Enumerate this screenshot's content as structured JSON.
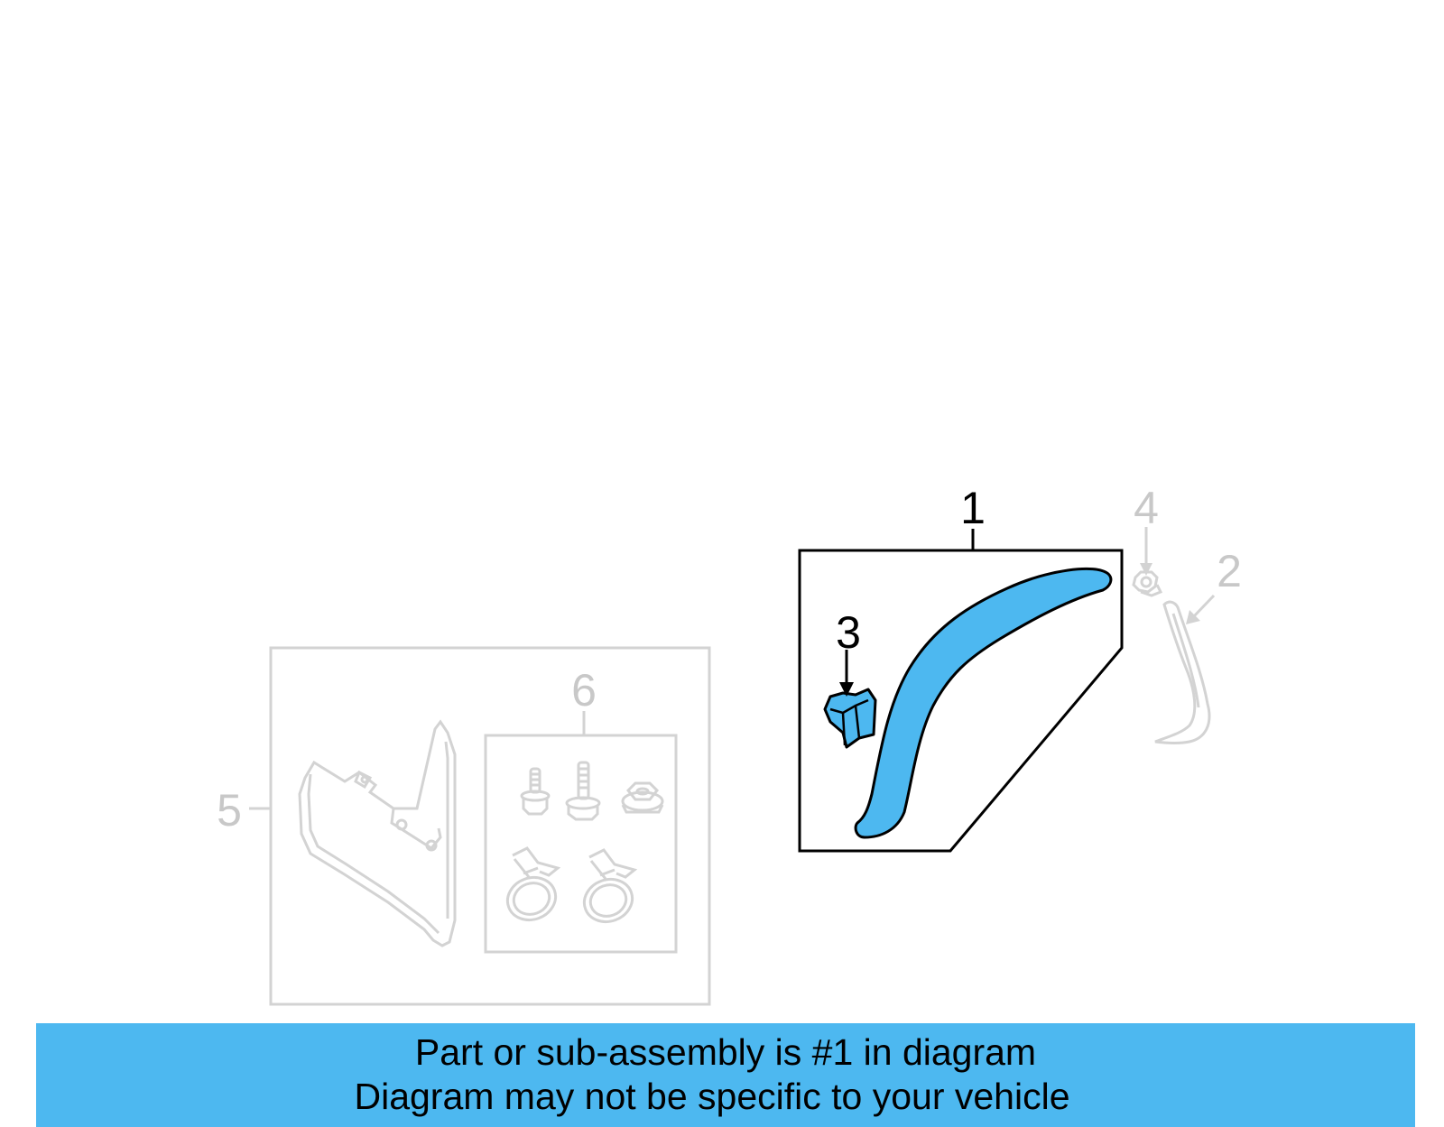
{
  "callouts": {
    "part_1": "1",
    "part_2": "2",
    "part_3": "3",
    "part_4": "4",
    "part_5": "5",
    "part_6": "6"
  },
  "colors": {
    "highlight": "#4db8f0",
    "active_line": "#000000",
    "inactive_line": "#d0d0d0"
  },
  "banner": {
    "line1": "Part or sub-assembly is #1 in diagram",
    "line2": "Diagram may not be specific to your vehicle"
  }
}
